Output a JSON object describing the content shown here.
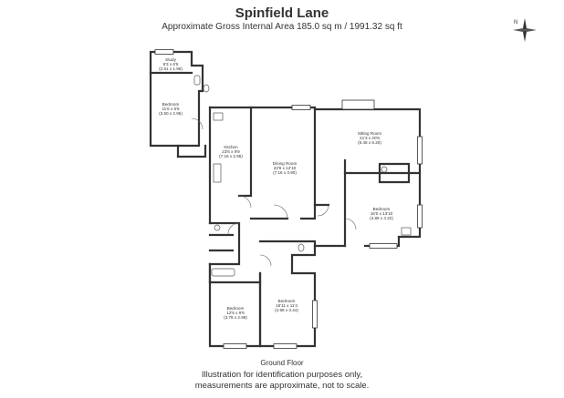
{
  "header": {
    "title": "Spinfield Lane",
    "subtitle": "Approximate Gross Internal Area 185.0 sq m / 1991.32 sq ft"
  },
  "compass": {
    "icon": "compass-north-icon",
    "label": "N"
  },
  "rooms": {
    "study": {
      "name": "Study",
      "imperial": "8'3 x 6'5",
      "metric": "(2.51 x 1.96)"
    },
    "bedroom_top": {
      "name": "Bedroom",
      "imperial": "11'6 x 9'8",
      "metric": "(3.50 x 2.95)"
    },
    "kitchen": {
      "name": "Kitchen",
      "imperial": "23'6 x 9'9",
      "metric": "(7.16 x 2.96)"
    },
    "dining": {
      "name": "Dining Room",
      "imperial": "23'6 x 12'10",
      "metric": "(7.16 x 3.90)"
    },
    "sitting": {
      "name": "Sitting Room",
      "imperial": "21'3 x 20'6",
      "metric": "(6.48 x 6.20)"
    },
    "bedroom_right": {
      "name": "Bedroom",
      "imperial": "16'0 x 13'10",
      "metric": "(4.88 x 4.22)"
    },
    "bedroom_mid": {
      "name": "Bedroom",
      "imperial": "16'11 x 11'4",
      "metric": "(4.98 x 3.44)"
    },
    "bedroom_bottom": {
      "name": "Bedroom",
      "imperial": "12'5 x 9'9",
      "metric": "(3.78 x 2.98)"
    }
  },
  "footer": {
    "floor": "Ground Floor",
    "disclaimer_line1": "Illustration for identification purposes only,",
    "disclaimer_line2": "measurements are approximate, not to scale."
  }
}
